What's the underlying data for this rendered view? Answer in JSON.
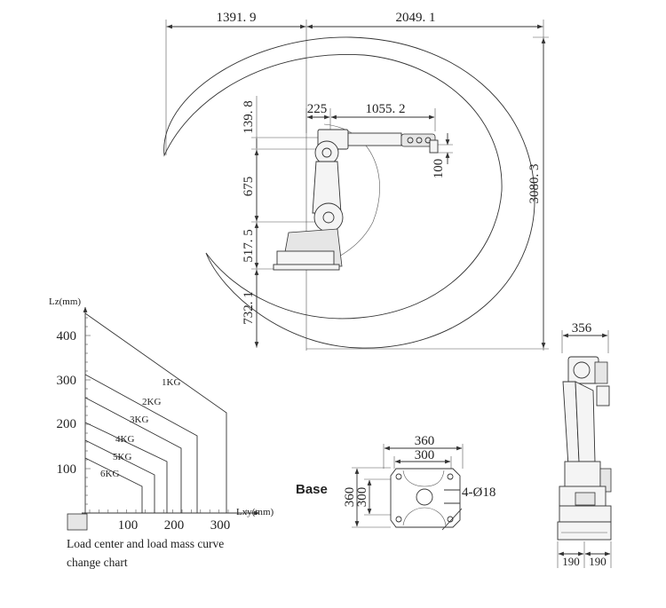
{
  "main_view": {
    "dim_top_left": "1391. 9",
    "dim_top_right": "2049. 1",
    "dim_offset": "225",
    "dim_arm_reach": "1055. 2",
    "dim_upper": "139. 8",
    "dim_arm": "675",
    "dim_base_height": "517. 5",
    "dim_below": "732. 1",
    "dim_wrist": "100",
    "dim_total_height": "3080. 3"
  },
  "load_chart": {
    "y_axis_label": "Lz(mm)",
    "x_axis_label": "Lxy(mm)",
    "y_ticks": [
      "400",
      "300",
      "200",
      "100"
    ],
    "x_ticks": [
      "100",
      "200",
      "300"
    ],
    "curve_labels": [
      "1KG",
      "2KG",
      "3KG",
      "4KG",
      "5KG",
      "6KG"
    ],
    "caption_line1": "Load center and load mass curve",
    "caption_line2": "change chart"
  },
  "base_view": {
    "label": "Base",
    "dim_outer_width": "360",
    "dim_inner_width": "300",
    "dim_outer_height": "360",
    "dim_inner_height": "300",
    "hole_note": "4-Ø18"
  },
  "side_view": {
    "dim_width": "356",
    "dim_left": "190",
    "dim_right": "190"
  }
}
